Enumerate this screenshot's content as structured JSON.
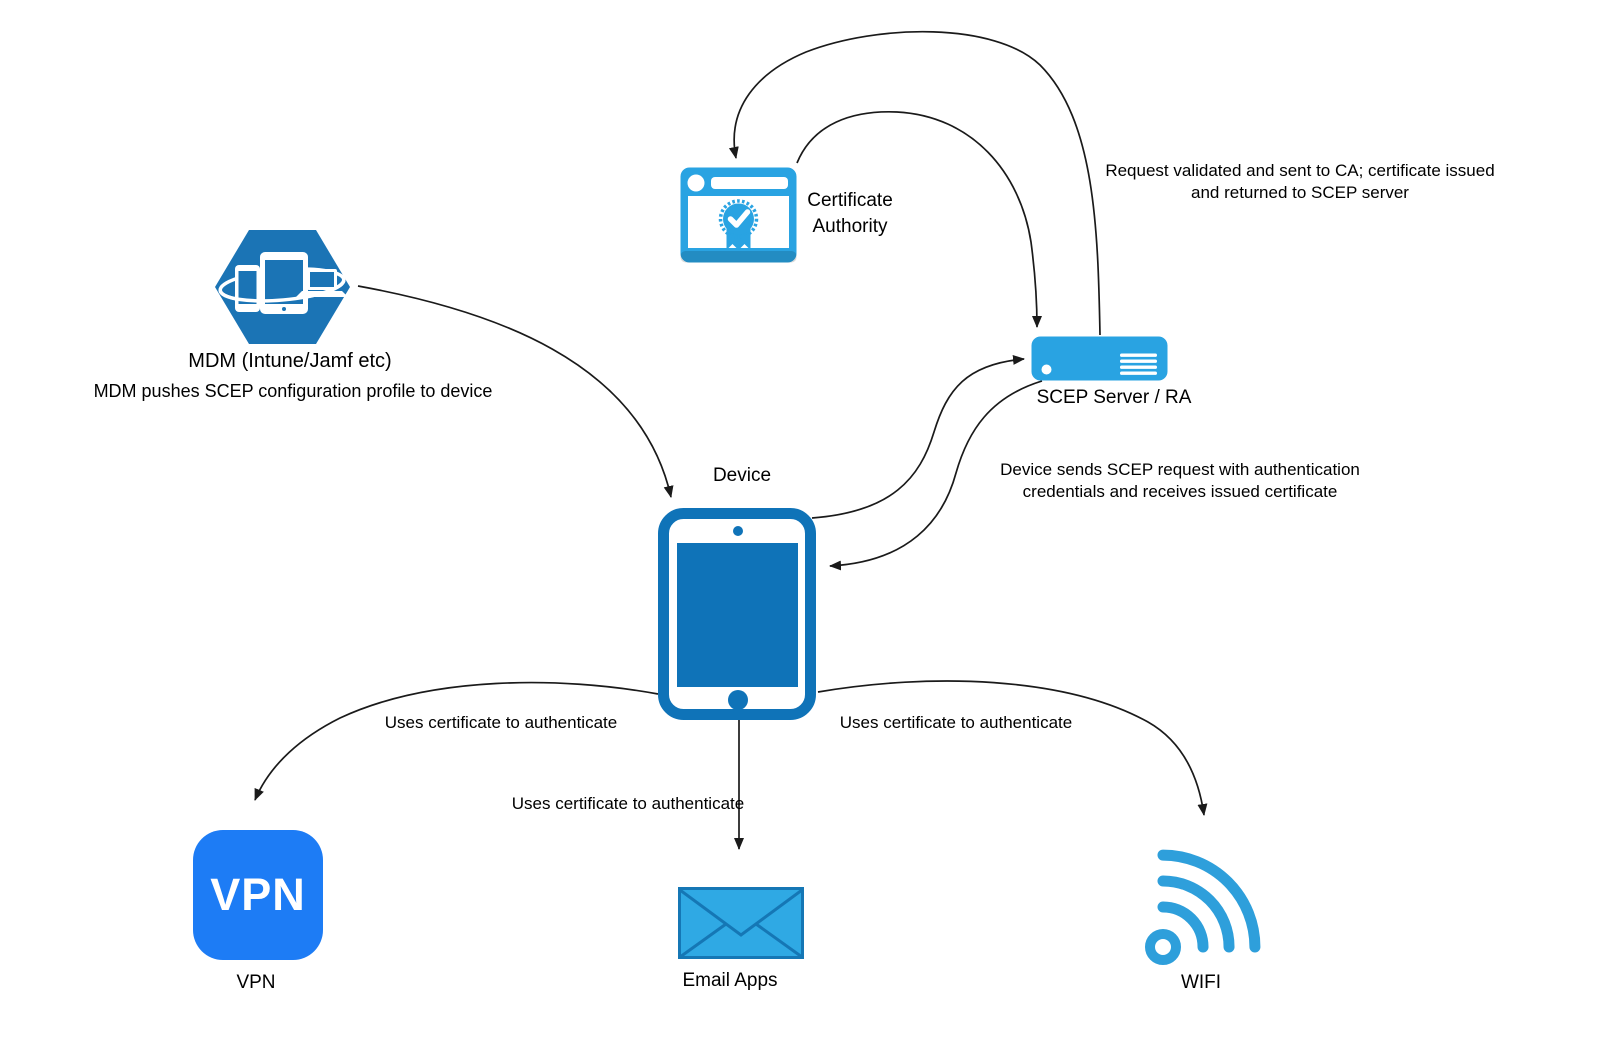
{
  "colors": {
    "background": "#FFFFFF",
    "text": "#000000",
    "arrow": "#1A1A1A",
    "azure": "#29A3E2",
    "dark_blue": "#0F73B8",
    "mdm_blue": "#1B74B5",
    "vpn_blue": "#1D7CF5",
    "wifi_blue": "#2E9FDB",
    "email_fill": "#2FA9E4",
    "email_stroke": "#1577B5"
  },
  "nodes": {
    "certificate_authority": {
      "label_line1": "Certificate",
      "label_line2": "Authority"
    },
    "mdm": {
      "label": "MDM (Intune/Jamf etc)",
      "description": "MDM pushes SCEP configuration profile to device"
    },
    "scep_server": {
      "label": "SCEP Server / RA"
    },
    "device": {
      "label": "Device"
    },
    "vpn": {
      "icon_text": "VPN",
      "label": "VPN"
    },
    "email": {
      "label": "Email Apps"
    },
    "wifi": {
      "label": "WIFI"
    }
  },
  "annotations": {
    "ca_flow_line1": "Request validated and sent to CA; certificate issued",
    "ca_flow_line2": "and returned to SCEP server",
    "scep_flow_line1": "Device sends SCEP request with authentication",
    "scep_flow_line2": "credentials and receives issued certificate",
    "vpn_edge": "Uses certificate to authenticate",
    "email_edge": "Uses certificate to authenticate",
    "wifi_edge": "Uses certificate to authenticate"
  }
}
